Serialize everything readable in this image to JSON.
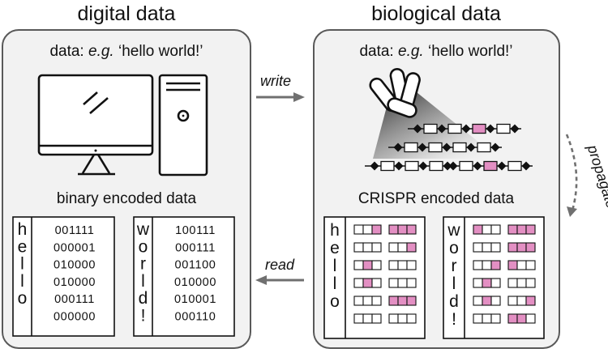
{
  "left_panel": {
    "heading": "digital data",
    "data_example_prefix": "data: ",
    "data_example_eg": "e.g.",
    "data_example_text": " ‘hello world!’",
    "encoded_label": "binary encoded data",
    "tables": [
      {
        "letters": [
          "h",
          "e",
          "l",
          "l",
          "o",
          ""
        ],
        "codes": [
          "001111",
          "000001",
          "010000",
          "010000",
          "000111",
          "000000"
        ]
      },
      {
        "letters": [
          "w",
          "o",
          "r",
          "l",
          "d",
          "!"
        ],
        "codes": [
          "100111",
          "000111",
          "001100",
          "010000",
          "010001",
          "000110"
        ]
      }
    ]
  },
  "right_panel": {
    "heading": "biological data",
    "data_example_prefix": "data: ",
    "data_example_eg": "e.g.",
    "data_example_text": " ‘hello world!’",
    "encoded_label": "CRISPR encoded data",
    "tables": [
      {
        "letters": [
          "h",
          "e",
          "l",
          "l",
          "o",
          ""
        ],
        "bits": [
          "001111",
          "000001",
          "010000",
          "010000",
          "000111",
          "000000"
        ]
      },
      {
        "letters": [
          "w",
          "o",
          "r",
          "l",
          "d",
          "!"
        ],
        "bits": [
          "100111",
          "000111",
          "001100",
          "010000",
          "010001",
          "000110"
        ]
      }
    ]
  },
  "arrows": {
    "write": "write",
    "read": "read",
    "propagate": "propagate"
  },
  "colors": {
    "panel_fill": "#f2f2f2",
    "panel_stroke": "#595959",
    "arrow": "#707070",
    "spacer_highlight": "#e38fc3",
    "ink": "#111111"
  },
  "icons": {
    "computer": "desktop-computer-icon",
    "bacteria": "bacteria-cells-icon",
    "crispr_arrays": "crispr-array-icon"
  }
}
